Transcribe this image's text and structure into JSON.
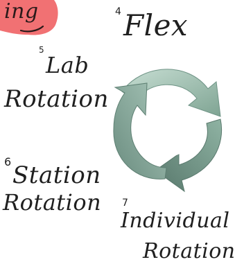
{
  "heading_fragment": "ing",
  "items": [
    {
      "number": "4",
      "label": "Flex"
    },
    {
      "number": "5",
      "label_line1": "Lab",
      "label_line2": "Rotation"
    },
    {
      "number": "6",
      "label_line1": "Station",
      "label_line2": "Rotation"
    },
    {
      "number": "7",
      "label_line1": "Individual",
      "label_line2": "Rotation"
    }
  ],
  "colors": {
    "highlight": "#f0696b",
    "cycle_light": "#a7c5b8",
    "cycle_mid": "#7fa493",
    "cycle_dark": "#58786c",
    "ink": "#1f1f1f"
  },
  "icons": [
    "circular-cycle-arrows-icon"
  ]
}
